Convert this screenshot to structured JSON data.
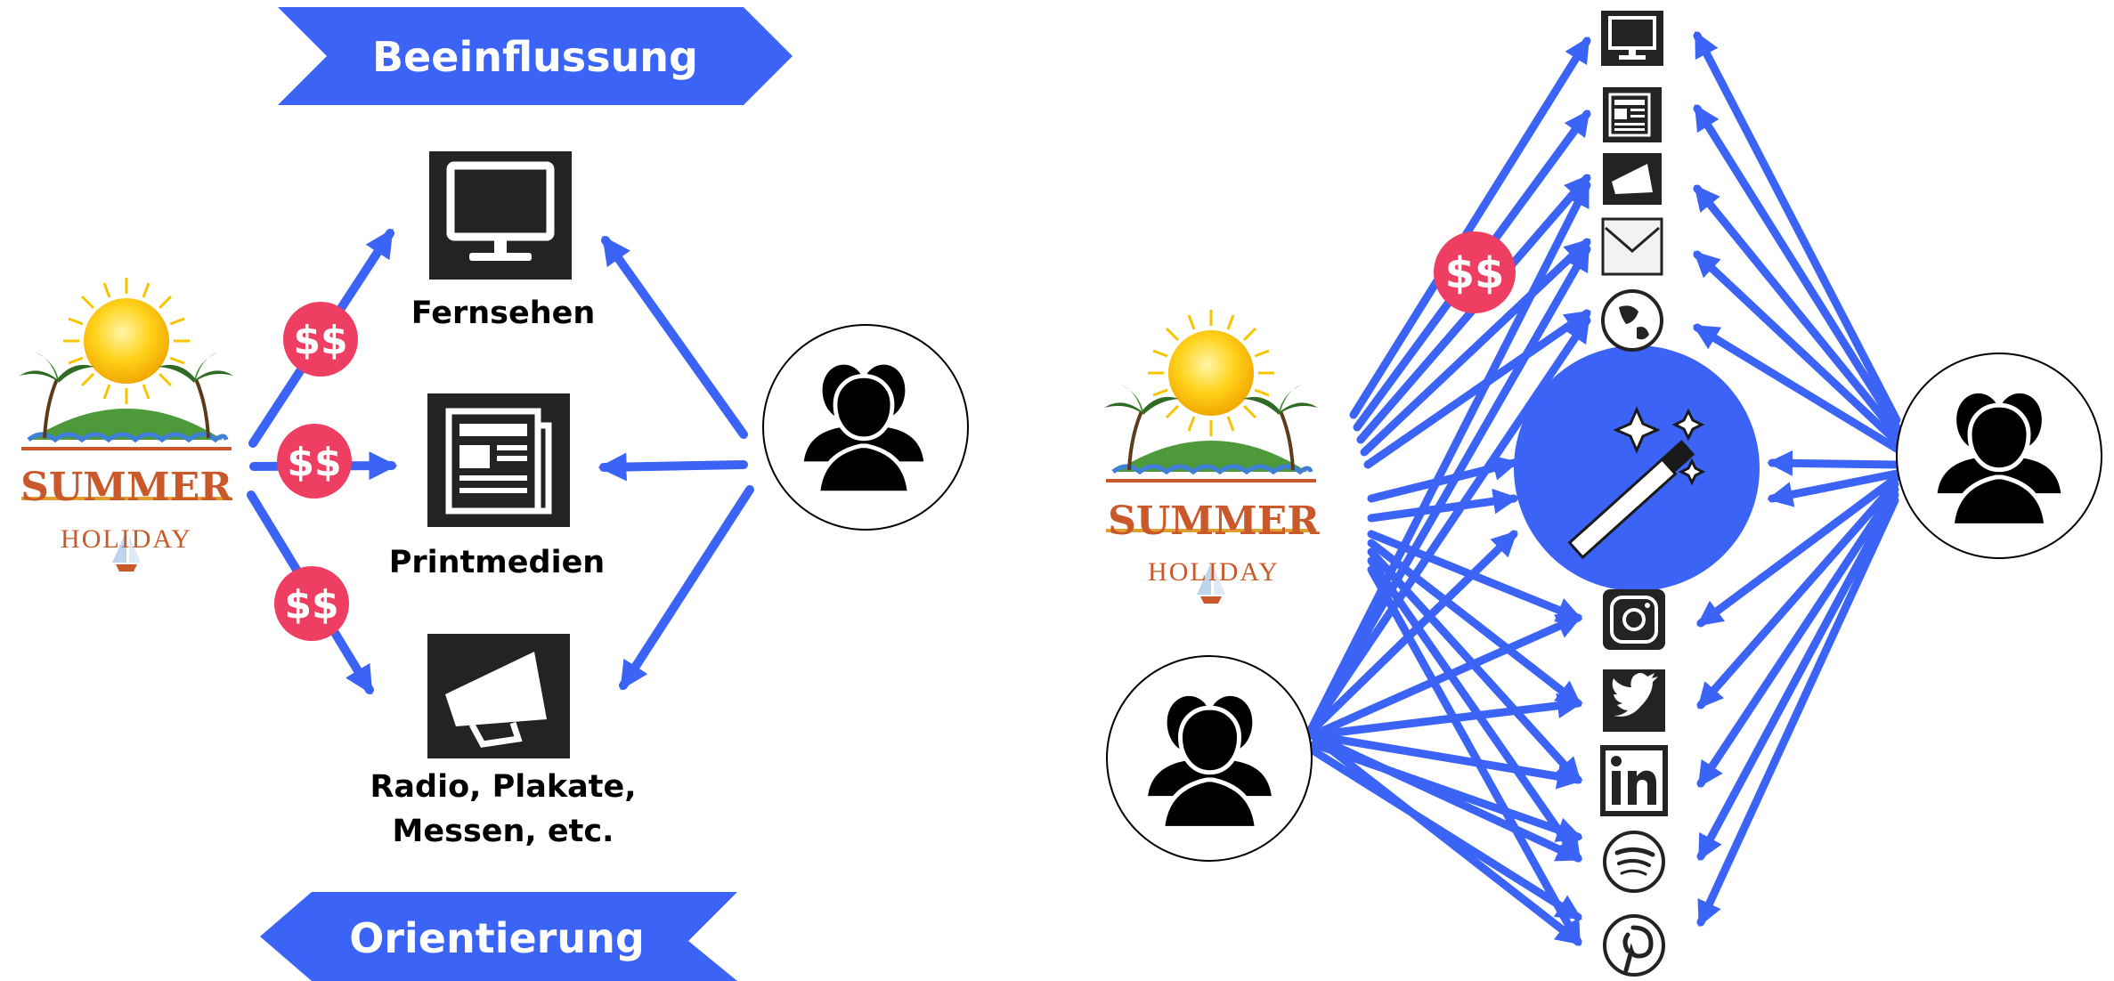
{
  "colors": {
    "arrow": "#3b63f5",
    "badge": "#ee3e62",
    "icon_dark": "#232323",
    "ink": "#000000",
    "summer": "#c9592a",
    "hill": "#4e9a3a"
  },
  "banners": {
    "top": "Beeinflussung",
    "bottom": "Orientierung"
  },
  "badge_text": "$$",
  "channels": {
    "tv": "Fernsehen",
    "print": "Printmedien",
    "radio_line1": "Radio, Plakate,",
    "radio_line2": "Messen, etc."
  },
  "logo": {
    "summer": "SUMMER",
    "holiday": "HOLIDAY"
  },
  "icons_right": [
    "monitor-icon",
    "newspaper-icon",
    "megaphone-icon",
    "mail-icon",
    "globe-icon",
    "instagram-icon",
    "twitter-icon",
    "linkedin-icon",
    "spotify-icon",
    "pinterest-icon"
  ],
  "center_icon": "magic-wand-icon",
  "audience_icon": "people-group-icon"
}
